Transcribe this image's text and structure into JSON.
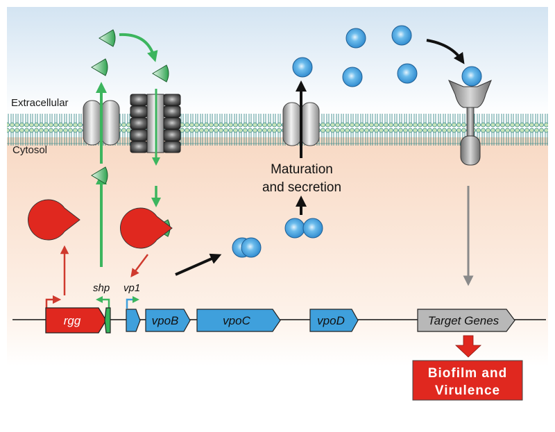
{
  "labels": {
    "extracellular": "Extracellular",
    "cytosol": "Cytosol",
    "maturation_line1": "Maturation",
    "maturation_line2": "and secretion",
    "shp": "shp",
    "vp1": "vp1"
  },
  "genes": [
    {
      "name": "rgg",
      "color": "#e0281f",
      "text_color": "#ffffff"
    },
    {
      "name": "shp",
      "color": "#35b35a",
      "text_color": "#111111"
    },
    {
      "name": "vp1",
      "color": "#3fa0dc",
      "text_color": "#111111"
    },
    {
      "name": "vpoB",
      "color": "#3fa0dc",
      "text_color": "#111111"
    },
    {
      "name": "vpoC",
      "color": "#3fa0dc",
      "text_color": "#111111"
    },
    {
      "name": "vpoD",
      "color": "#3fa0dc",
      "text_color": "#111111"
    },
    {
      "name": "Target Genes",
      "color": "#b8b8b8",
      "text_color": "#111111"
    }
  ],
  "outcome": {
    "line1": "Biofilm and",
    "line2": "Virulence",
    "color": "#e0281f"
  },
  "colors": {
    "sky_top": "#d3e4f2",
    "cytosol": "#f9dcc8",
    "membrane_head": "#b9dcae",
    "membrane_line": "#3a8a8a",
    "green_arrow": "#3cb55e",
    "red_arrow": "#cf3a2e",
    "gray_arrow": "#8a8a8a",
    "peptide_blue": "#3d9ad8"
  }
}
